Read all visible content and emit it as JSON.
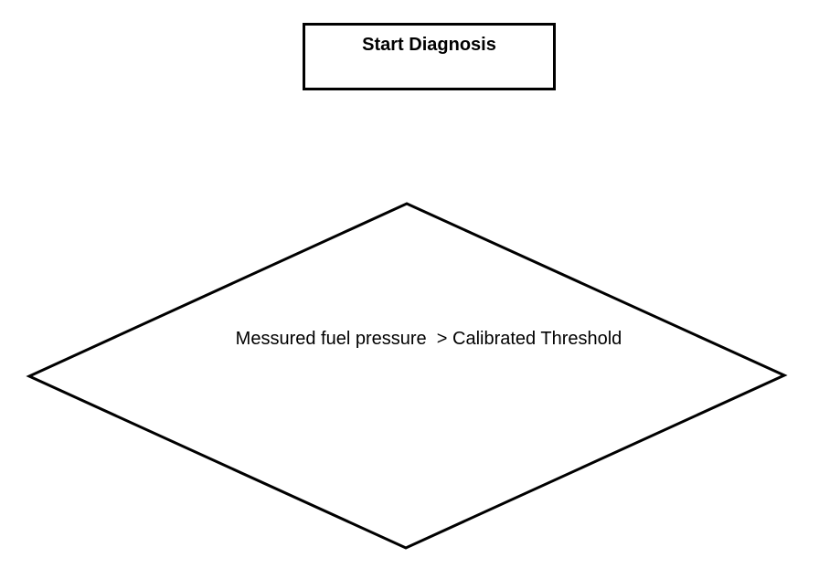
{
  "diagram": {
    "type": "flowchart",
    "start_node": {
      "shape": "rectangle",
      "label": "Start Diagnosis"
    },
    "decision_node": {
      "shape": "diamond",
      "label": "Messured fuel pressure  > Calibrated Threshold"
    },
    "colors": {
      "stroke": "#000000",
      "fill": "#ffffff",
      "text": "#000000"
    }
  }
}
